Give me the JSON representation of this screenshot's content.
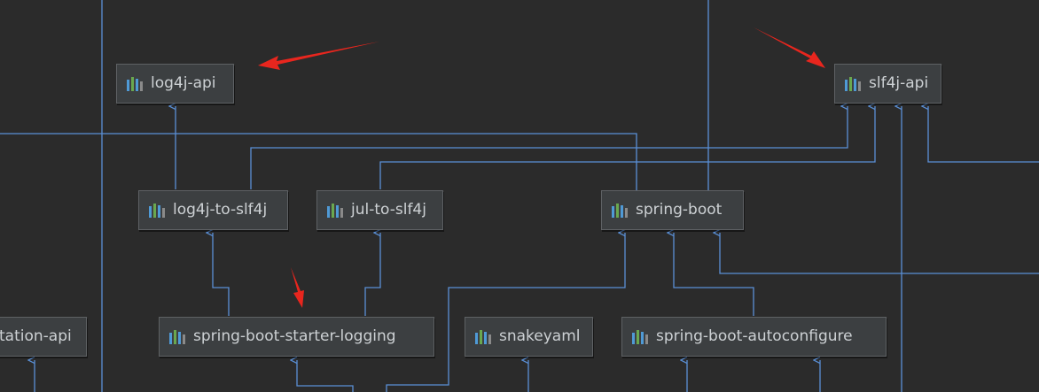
{
  "colors": {
    "background": "#2b2b2b",
    "edge": "#5a8fd6",
    "annotation_arrow": "#e8261e",
    "node_bg": "#3c3f41",
    "node_text": "#cdd1d4"
  },
  "node_icon": "maven-library-icon",
  "nodes": {
    "log4j_api": "log4j-api",
    "slf4j_api": "slf4j-api",
    "log4j_to_slf4j": "log4j-to-slf4j",
    "jul_to_slf4j": "jul-to-slf4j",
    "spring_boot": "spring-boot",
    "annotation_api": "tation-api",
    "starter_logging": "spring-boot-starter-logging",
    "snakeyaml": "snakeyaml",
    "autoconfigure": "spring-boot-autoconfigure"
  }
}
